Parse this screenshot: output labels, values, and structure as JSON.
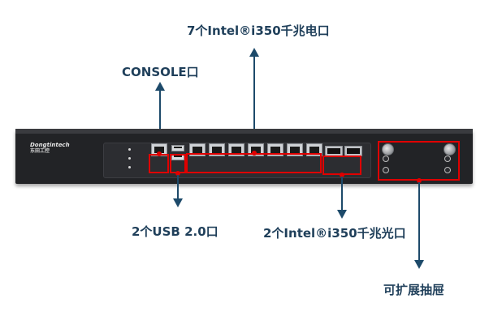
{
  "labels": {
    "ethernet_ports": "7个Intel®i350千兆电口",
    "console": "CONSOLE口",
    "usb": "2个USB 2.0口",
    "fiber_ports": "2个Intel®i350千兆光口",
    "drawer": "可扩展抽屉"
  },
  "device": {
    "brand": "Dongtintech",
    "brand_sub": "东田工控"
  },
  "colors": {
    "label_text": "#1f3f5a",
    "arrow": "#1d4a6a",
    "highlight": "#e00000",
    "device_body": "#222326"
  },
  "icons": {
    "up_arrow": "arrow-up-icon",
    "down_arrow": "arrow-down-icon"
  }
}
